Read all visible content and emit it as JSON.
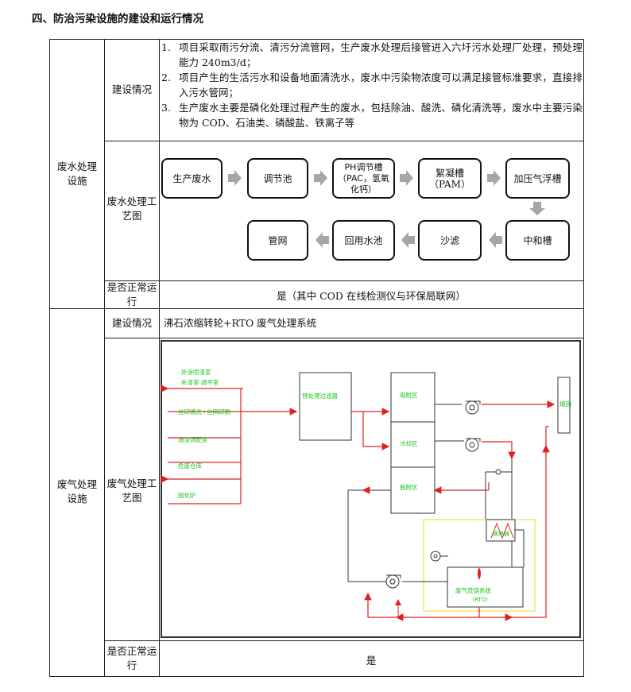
{
  "heading": "四、防治污染设施的建设和运行情况",
  "wastewater": {
    "category": "废水处理设施",
    "construction_label": "建设情况",
    "items": [
      {
        "num": "1.",
        "text": "项目采取雨污分流、清污分流管网，生产废水处理后接管进入六圩污水处理厂处理，预处理能力 240m3/d；"
      },
      {
        "num": "2.",
        "text": "项目产生的生活污水和设备地面清洗水，废水中污染物浓度可以满足接管标准要求，直接排入污水管网；"
      },
      {
        "num": "3.",
        "text": "生产废水主要是磷化处理过程产生的废水，包括除油、酸洗、磷化清洗等，废水中主要污染物为 COD、石油类、磷酸盐、铁离子等"
      }
    ],
    "process_label": "废水处理工艺图",
    "flow": [
      "生产废水",
      "调节池",
      "PH调节槽（PAC，氢氧化钙）",
      "絮凝槽（PAM）",
      "加压气浮槽",
      "中和槽",
      "沙滤",
      "回用水池",
      "管网"
    ],
    "running_label": "是否正常运行",
    "running_value": "是（其中 COD 在线检测仪与环保局联网）"
  },
  "exhaust": {
    "category": "废气处理设施",
    "construction_label": "建设情况",
    "construction_value": "沸石浓缩转轮+RTO 废气处理系统",
    "process_label": "废气处理工艺图",
    "sources": [
      "外涂喷漆室",
      "补漆室  调平室",
      "丝印清洗+丝网印刷",
      "油漆调配室",
      "危废仓库",
      "固化炉"
    ],
    "units": {
      "prefilter": "预处理过滤器",
      "adsorb": "吸附区",
      "cool": "冷却区",
      "desorb": "脱附区",
      "stack": "烟囱",
      "heat": "换热器",
      "rto": "废气焚烧系统",
      "rto_sub": "（RTO）"
    },
    "running_label": "是否正常运行",
    "running_value": "是"
  },
  "colors": {
    "red": "#e02020",
    "green": "#18c418",
    "gray_arrow": "#a6a6a6",
    "yellow": "#e8e870"
  }
}
